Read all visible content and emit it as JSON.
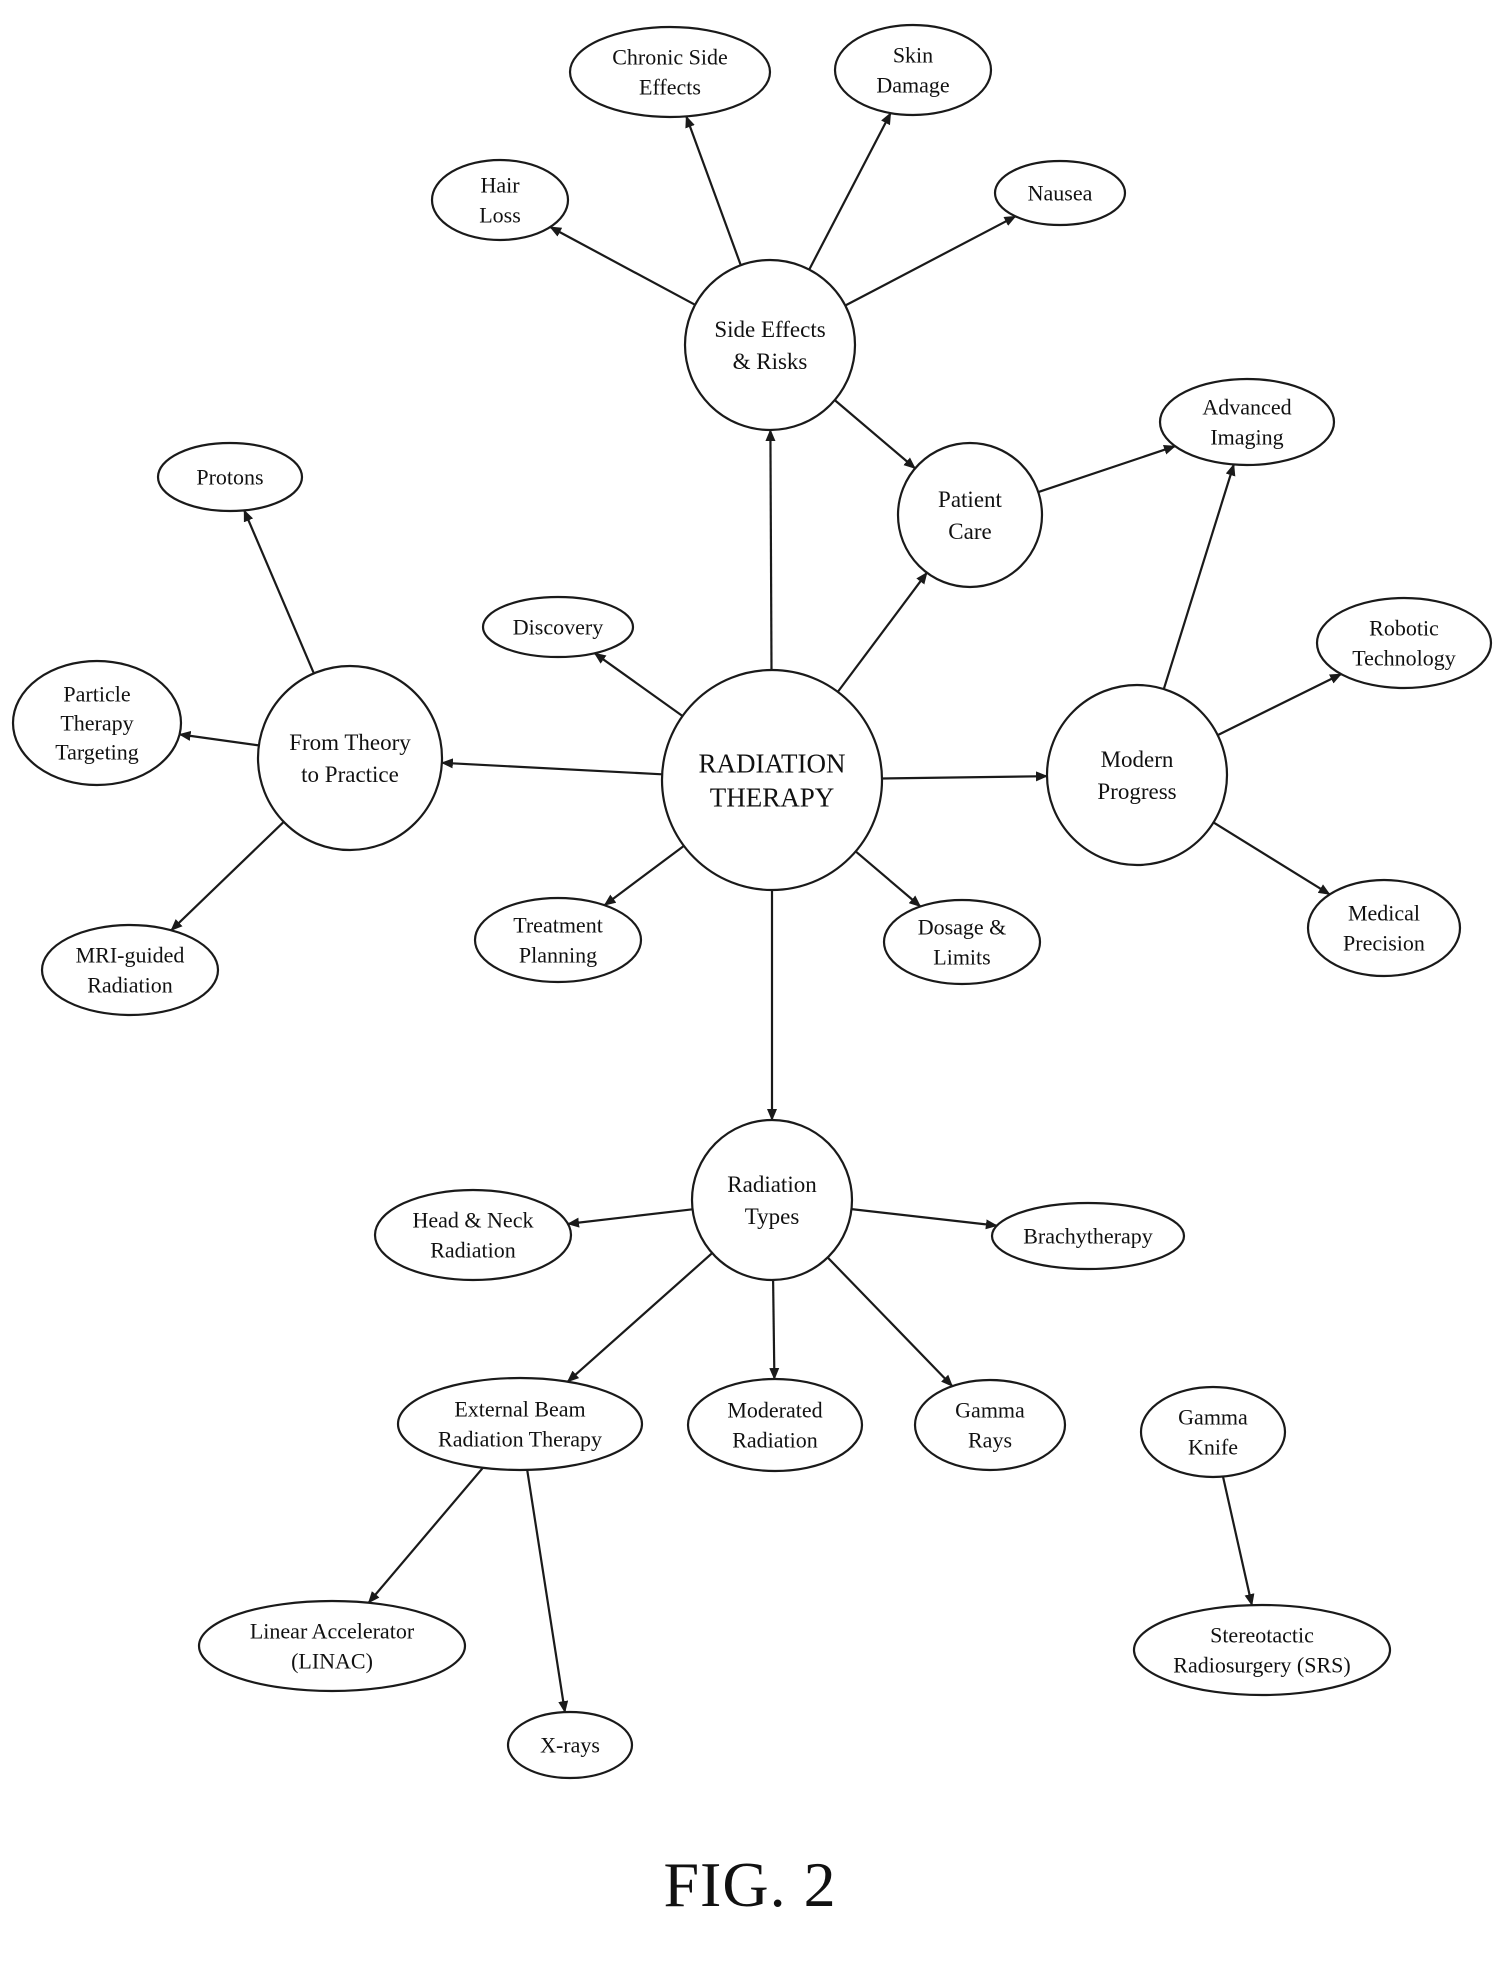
{
  "figure": {
    "caption": "FIG. 2"
  },
  "nodes": {
    "radiation_therapy": [
      "RADIATION",
      "THERAPY"
    ],
    "side_effects": [
      "Side Effects",
      "& Risks"
    ],
    "hair_loss": [
      "Hair",
      "Loss"
    ],
    "chronic_side_effects": [
      "Chronic Side",
      "Effects"
    ],
    "skin_damage": [
      "Skin",
      "Damage"
    ],
    "nausea": [
      "Nausea"
    ],
    "patient_care": [
      "Patient",
      "Care"
    ],
    "advanced_imaging": [
      "Advanced",
      "Imaging"
    ],
    "discovery": [
      "Discovery"
    ],
    "from_theory": [
      "From Theory",
      "to Practice"
    ],
    "protons": [
      "Protons"
    ],
    "particle_therapy": [
      "Particle",
      "Therapy",
      "Targeting"
    ],
    "mri_guided": [
      "MRI-guided",
      "Radiation"
    ],
    "treatment_planning": [
      "Treatment",
      "Planning"
    ],
    "dosage_limits": [
      "Dosage &",
      "Limits"
    ],
    "modern_progress": [
      "Modern",
      "Progress"
    ],
    "robotic_technology": [
      "Robotic",
      "Technology"
    ],
    "medical_precision": [
      "Medical",
      "Precision"
    ],
    "radiation_types": [
      "Radiation",
      "Types"
    ],
    "head_neck": [
      "Head & Neck",
      "Radiation"
    ],
    "brachytherapy": [
      "Brachytherapy"
    ],
    "external_beam": [
      "External Beam",
      "Radiation Therapy"
    ],
    "moderated_radiation": [
      "Moderated",
      "Radiation"
    ],
    "gamma_rays": [
      "Gamma",
      "Rays"
    ],
    "gamma_knife": [
      "Gamma",
      "Knife"
    ],
    "linac": [
      "Linear Accelerator",
      "(LINAC)"
    ],
    "x_rays": [
      "X-rays"
    ],
    "srs": [
      "Stereotactic",
      "Radiosurgery (SRS)"
    ]
  },
  "edges": [
    [
      "radiation_therapy",
      "side_effects"
    ],
    [
      "radiation_therapy",
      "patient_care"
    ],
    [
      "radiation_therapy",
      "discovery"
    ],
    [
      "radiation_therapy",
      "from_theory"
    ],
    [
      "radiation_therapy",
      "modern_progress"
    ],
    [
      "radiation_therapy",
      "treatment_planning"
    ],
    [
      "radiation_therapy",
      "dosage_limits"
    ],
    [
      "radiation_therapy",
      "radiation_types"
    ],
    [
      "side_effects",
      "hair_loss"
    ],
    [
      "side_effects",
      "chronic_side_effects"
    ],
    [
      "side_effects",
      "skin_damage"
    ],
    [
      "side_effects",
      "nausea"
    ],
    [
      "side_effects",
      "patient_care"
    ],
    [
      "patient_care",
      "advanced_imaging"
    ],
    [
      "modern_progress",
      "advanced_imaging"
    ],
    [
      "modern_progress",
      "robotic_technology"
    ],
    [
      "modern_progress",
      "medical_precision"
    ],
    [
      "from_theory",
      "protons"
    ],
    [
      "from_theory",
      "particle_therapy"
    ],
    [
      "from_theory",
      "mri_guided"
    ],
    [
      "radiation_types",
      "head_neck"
    ],
    [
      "radiation_types",
      "brachytherapy"
    ],
    [
      "radiation_types",
      "external_beam"
    ],
    [
      "radiation_types",
      "moderated_radiation"
    ],
    [
      "radiation_types",
      "gamma_rays"
    ],
    [
      "external_beam",
      "linac"
    ],
    [
      "external_beam",
      "x_rays"
    ],
    [
      "gamma_knife",
      "srs"
    ]
  ]
}
